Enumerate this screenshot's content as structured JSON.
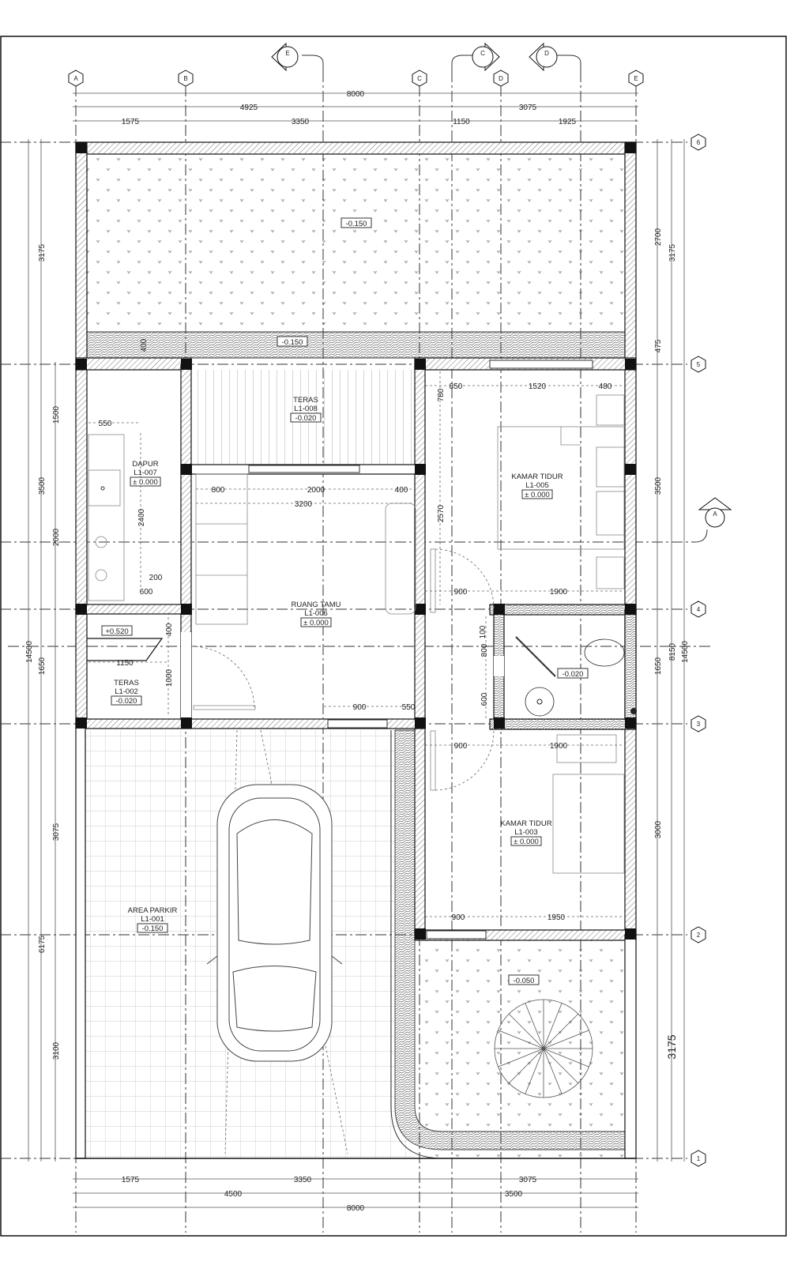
{
  "grid": {
    "columns": [
      "A",
      "B",
      "C",
      "D",
      "E"
    ],
    "rows": [
      "1",
      "2",
      "3",
      "4",
      "5",
      "6"
    ]
  },
  "section_markers": [
    "E",
    "C",
    "D",
    "A"
  ],
  "dims_top": {
    "overall": "8000",
    "left_group": "4925",
    "right_group": "3075",
    "a_b": "1575",
    "b_c": "3350",
    "c_d": "1150",
    "d_e": "1925"
  },
  "dims_bottom": {
    "a_b": "1575",
    "b_mid": "3350",
    "right": "3075",
    "left_group": "4500",
    "right_group": "3500",
    "overall": "8000"
  },
  "dims_left": {
    "top": "3175",
    "middle": "3500",
    "lower": "1650",
    "bottom": "6175",
    "overall": "14500",
    "sub_1500": "1500",
    "sub_2000": "2000",
    "sub_3075": "3075",
    "sub_3100": "3100"
  },
  "dims_right": {
    "d2700": "2700",
    "d475": "475",
    "d3175": "3175",
    "d3500": "3500",
    "d1650": "1650",
    "d3000": "3000",
    "d8150": "8150",
    "d14500": "14500",
    "garden": "3175"
  },
  "dims_interior": {
    "kitchen_550": "550",
    "kitchen_2400": "2400",
    "kitchen_200": "200",
    "kitchen_600": "600",
    "living_800": "800",
    "living_2000": "2000",
    "living_400": "400",
    "living_3200": "3200",
    "terrace_400": "400",
    "terrace_1150": "1150",
    "terrace_1000": "1000",
    "top_400": "400",
    "front_900": "900",
    "front_550": "550",
    "bed1_850": "850",
    "bed1_1520": "1520",
    "bed1_480": "480",
    "bed1_780": "780",
    "bed1_2570": "2570",
    "bed1_900": "900",
    "bed1_1900": "1900",
    "bath_100": "100",
    "bath_800": "800",
    "bath_600": "600",
    "bed2_900": "900",
    "bed2_1900": "1900",
    "bed2_bottom_900": "900",
    "bed2_1950": "1950"
  },
  "rooms": [
    {
      "name": "TERAS",
      "code": "L1-008",
      "level": "-0.020"
    },
    {
      "name": "DAPUR",
      "code": "L1-007",
      "level": "± 0.000"
    },
    {
      "name": "RUANG TAMU",
      "code": "L1-006",
      "level": "± 0.000"
    },
    {
      "name": "KAMAR TIDUR",
      "code": "L1-005",
      "level": "± 0.000"
    },
    {
      "name": "TERAS",
      "code": "L1-002",
      "level": "-0.020"
    },
    {
      "name": "KAMAR TIDUR",
      "code": "L1-003",
      "level": "± 0.000"
    },
    {
      "name": "AREA PARKIR",
      "code": "L1-001",
      "level": "-0.150"
    }
  ],
  "levels": {
    "back_garden": "-0.150",
    "path": "-0.150",
    "step": "+0.520",
    "bathroom": "-0.020",
    "front_garden": "-0.050"
  },
  "colors": {
    "line": "#111111",
    "hatch": "#777777",
    "background": "#ffffff"
  }
}
